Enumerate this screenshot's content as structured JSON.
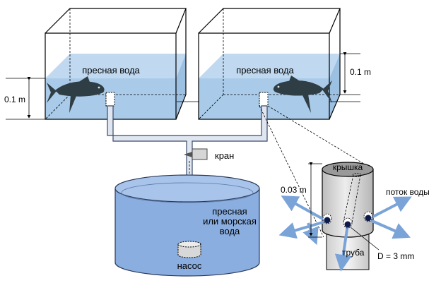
{
  "tanks": {
    "left": {
      "label": "пресная вода"
    },
    "right": {
      "label": "пресная вода"
    }
  },
  "dimensions": {
    "left_depth": "0.1 m",
    "right_depth": "0.1 m",
    "detail_height": "0.03 m",
    "hole_diameter": "D = 3 mm"
  },
  "valve": {
    "label": "кран"
  },
  "reservoir": {
    "line1": "пресная",
    "line2": "или морская",
    "line3": "вода"
  },
  "pump": {
    "label": "насос"
  },
  "detail": {
    "lid": "крышка",
    "flow": "поток воды",
    "pipe": "труба"
  },
  "colors": {
    "water_tank": "#a9cbe9",
    "water_reservoir": "#8aaee0",
    "pipe_fill": "#e0e6f0",
    "fish": "#2f3e45",
    "arrow": "#7aa3d8"
  }
}
